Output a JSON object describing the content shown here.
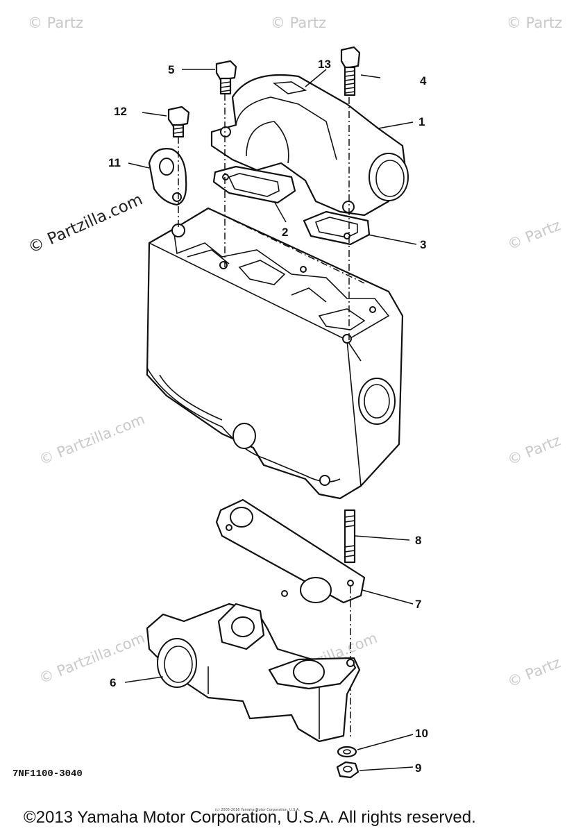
{
  "diagram": {
    "callouts": [
      {
        "id": "1",
        "label": "1"
      },
      {
        "id": "2",
        "label": "2"
      },
      {
        "id": "3",
        "label": "3"
      },
      {
        "id": "4",
        "label": "4"
      },
      {
        "id": "5",
        "label": "5"
      },
      {
        "id": "6",
        "label": "6"
      },
      {
        "id": "7",
        "label": "7"
      },
      {
        "id": "8",
        "label": "8"
      },
      {
        "id": "9",
        "label": "9"
      },
      {
        "id": "10",
        "label": "10"
      },
      {
        "id": "11",
        "label": "11"
      },
      {
        "id": "12",
        "label": "12"
      },
      {
        "id": "13",
        "label": "13"
      }
    ],
    "diagram_code": "7NF1100-3040"
  },
  "watermark": {
    "brand": "© Partzilla.com",
    "brand_short": "© Partz",
    "small_notice": "(c) 2005-2016 Yamaha Motor Corporation, U.S.A."
  },
  "footer": {
    "copyright": "©2013 Yamaha Motor Corporation, U.S.A. All rights reserved."
  }
}
